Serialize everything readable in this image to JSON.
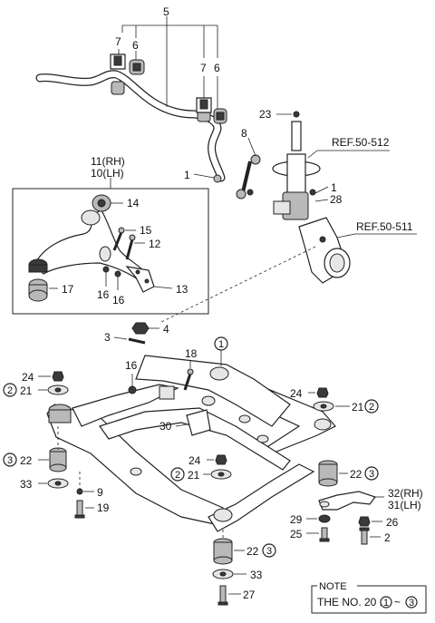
{
  "callouts": {
    "c5": "5",
    "c7a": "7",
    "c6a": "6",
    "c7b": "7",
    "c6b": "6",
    "c23": "23",
    "c8": "8",
    "ref512": "REF.50-512",
    "c1a": "1",
    "c1b": "1",
    "c28": "28",
    "ref511": "REF.50-511",
    "c11": "11(RH)",
    "c10": "10(LH)",
    "c14": "14",
    "c15": "15",
    "c12": "12",
    "c17": "17",
    "c16a": "16",
    "c16b": "16",
    "c13": "13",
    "c3": "3",
    "c4": "4",
    "c18": "18",
    "c1c": "1",
    "c24a": "24",
    "c21a": "21",
    "c21a_circ": "2",
    "c16c": "16",
    "c24b": "24",
    "c21b": "21",
    "c21b_circ": "2",
    "c30": "30",
    "c22a": "22",
    "c22a_circ": "3",
    "c33a": "33",
    "c9": "9",
    "c19": "19",
    "c24c": "24",
    "c21c": "21",
    "c21c_circ": "2",
    "c22b": "22",
    "c22b_circ": "3",
    "c32": "32(RH)",
    "c31": "31(LH)",
    "c29": "29",
    "c26": "26",
    "c25": "25",
    "c2": "2",
    "c22c": "22",
    "c22c_circ": "3",
    "c33b": "33",
    "c27": "27"
  },
  "note": {
    "title": "NOTE",
    "text_prefix": "THE NO. 20 :",
    "range_from": "1",
    "range_sep": "~",
    "range_to": "3"
  }
}
